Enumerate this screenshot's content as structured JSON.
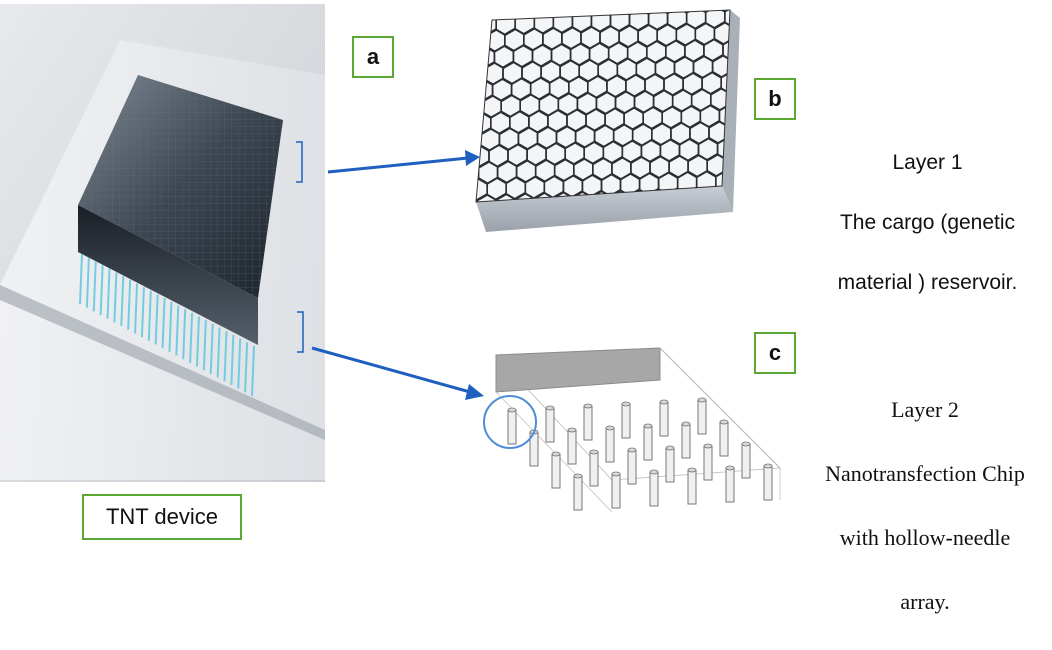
{
  "labels": {
    "a": "a",
    "b": "b",
    "c": "c",
    "device": "TNT device"
  },
  "layer1": {
    "title": "Layer 1",
    "line2": "The cargo (genetic",
    "line3": "material ) reservoir."
  },
  "layer2": {
    "title": "Layer 2",
    "line2": "Nanotransfection Chip",
    "line3": "with hollow-needle",
    "line4": "array."
  },
  "colors": {
    "arrow": "#1f5fbf",
    "label_border": "#5aa832",
    "needle": "#5ec8e0",
    "block_dark": "#2a3340"
  },
  "icons": [
    "device-photo",
    "honeycomb-block",
    "needle-array-chip",
    "arrow"
  ]
}
